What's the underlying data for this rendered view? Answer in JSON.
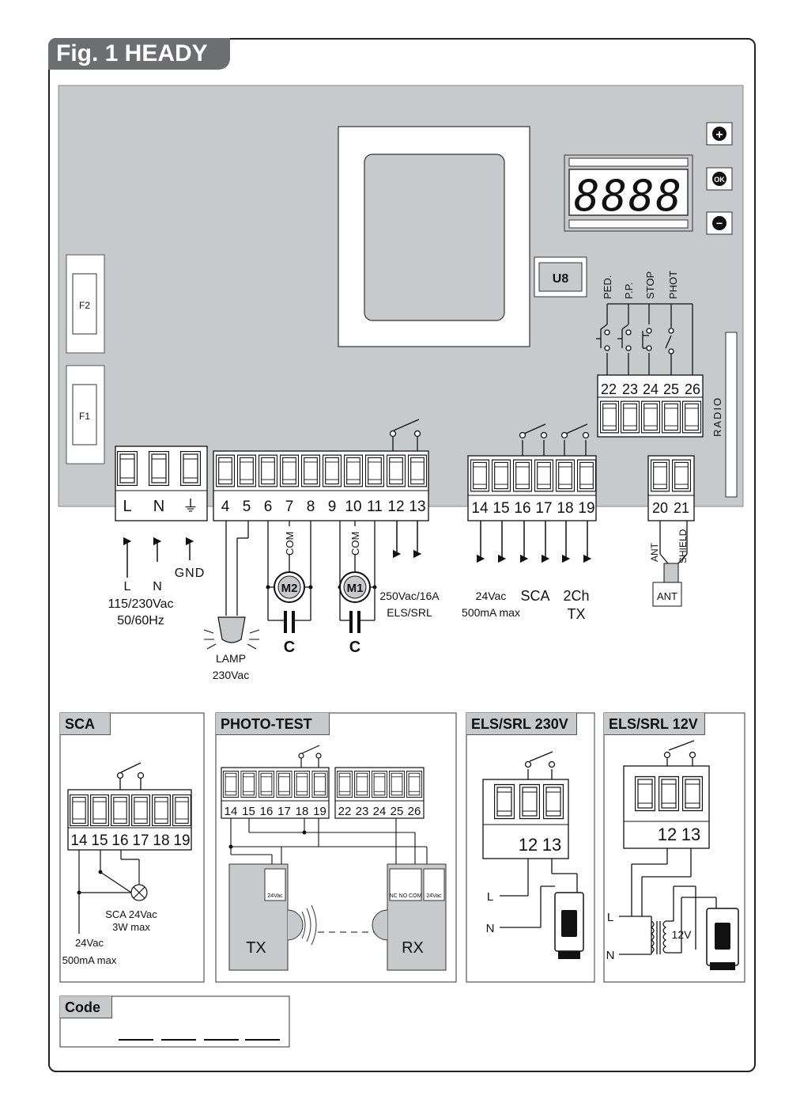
{
  "figure": {
    "title": "Fig. 1 HEADY"
  },
  "board": {
    "display_digits": "8888",
    "button_plus": "+",
    "button_ok": "OK",
    "button_minus": "−",
    "chip_label": "U8",
    "fuses": [
      "F2",
      "F1"
    ],
    "radio_label": "RADIO",
    "input_labels": [
      "PED.",
      "P.P.",
      "STOP",
      "PHOT"
    ],
    "input_terminals": [
      "22",
      "23",
      "24",
      "25",
      "26"
    ]
  },
  "power_block": {
    "terminals": [
      "L",
      "N",
      "⏚"
    ],
    "arrow_labels": [
      "L",
      "N",
      "GND"
    ],
    "supply_line1": "115/230Vac",
    "supply_line2": "50/60Hz"
  },
  "motor_block": {
    "terminals": [
      "4",
      "5",
      "6",
      "7",
      "8",
      "9",
      "10",
      "11",
      "12",
      "13"
    ],
    "lamp_line1": "LAMP",
    "lamp_line2": "230Vac",
    "motor2": "M2",
    "motor1": "M1",
    "com": "COM",
    "capacitor": "C",
    "els_line1": "250Vac/16A",
    "els_line2": "ELS/SRL"
  },
  "aux_block": {
    "terminals": [
      "14",
      "15",
      "16",
      "17",
      "18",
      "19"
    ],
    "v24_line1": "24Vac",
    "v24_line2": "500mA max",
    "sca": "SCA",
    "tx_line1": "2Ch",
    "tx_line2": "TX"
  },
  "antenna_block": {
    "terminals": [
      "20",
      "21"
    ],
    "ant": "ANT",
    "shield": "SHIELD",
    "ant_box": "ANT"
  },
  "sca_box": {
    "title": "SCA",
    "terminals": [
      "14",
      "15",
      "16",
      "17",
      "18",
      "19"
    ],
    "lamp_line1": "SCA 24Vac",
    "lamp_line2": "3W max",
    "v_line1": "24Vac",
    "v_line2": "500mA max"
  },
  "photo_box": {
    "title": "PHOTO-TEST",
    "terminals_a": [
      "14",
      "15",
      "16",
      "17",
      "18",
      "19"
    ],
    "terminals_b": [
      "22",
      "23",
      "24",
      "25",
      "26"
    ],
    "tx_label": "TX",
    "rx_label": "RX",
    "tx_term": "24Vac",
    "rx_term_a": "NC NO COM",
    "rx_term_b": "24Vac"
  },
  "els230_box": {
    "title": "ELS/SRL 230V",
    "terminals": [
      "12",
      "13"
    ],
    "l": "L",
    "n": "N"
  },
  "els12_box": {
    "title": "ELS/SRL 12V",
    "terminals": [
      "12",
      "13"
    ],
    "l": "L",
    "n": "N",
    "v12": "12V"
  },
  "code_box": {
    "title": "Code"
  }
}
